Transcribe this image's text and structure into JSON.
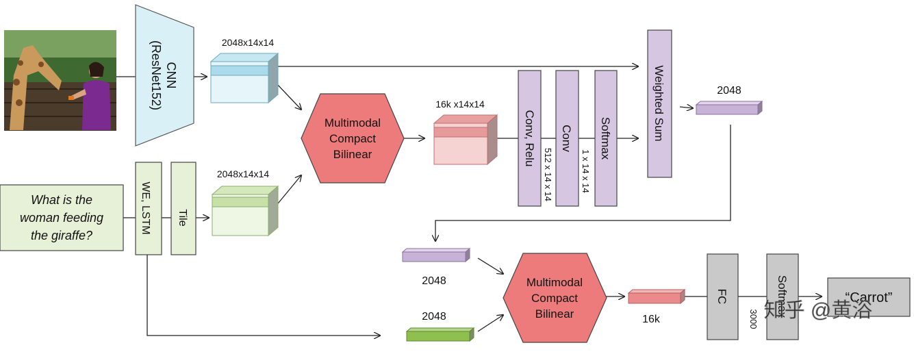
{
  "cnn": {
    "line1": "CNN",
    "line2": "(ResNet152)"
  },
  "image_features": {
    "label": "2048x14x14"
  },
  "question": {
    "line1": "What is the",
    "line2": "woman feeding",
    "line3": "the giraffe?"
  },
  "we_lstm": {
    "label": "WE, LSTM"
  },
  "tile": {
    "label": "Tile"
  },
  "text_features": {
    "label": "2048x14x14"
  },
  "mcb1": {
    "line1": "Multimodal",
    "line2": "Compact",
    "line3": "Bilinear"
  },
  "fused_features": {
    "label": "16k x14x14"
  },
  "conv_relu": {
    "label": "Conv, Relu",
    "dims": "512 x 14 x 14"
  },
  "conv": {
    "label": "Conv",
    "dims": "1 x 14 x 14"
  },
  "softmax1": {
    "label": "Softmax"
  },
  "weighted_sum": {
    "label": "Weighted Sum"
  },
  "attended_vec": {
    "label": "2048"
  },
  "vec_purple": {
    "label": "2048"
  },
  "vec_green": {
    "label": "2048"
  },
  "mcb2": {
    "line1": "Multimodal",
    "line2": "Compact",
    "line3": "Bilinear"
  },
  "vec_16k": {
    "label": "16k"
  },
  "fc": {
    "label": "FC"
  },
  "softmax2": {
    "label": "Softmax",
    "dims": "3000"
  },
  "answer": {
    "label": "“Carrot”"
  },
  "watermark": {
    "label": "知乎 @黄浴"
  },
  "colors": {
    "blue": "#d9f0f7",
    "blue_dark": "#a9dbea",
    "green": "#e6f1d8",
    "green_dark": "#c6e0a8",
    "red": "#ee7b7b",
    "pink": "#f6d3d3",
    "pink_dark": "#e7a0a0",
    "purple": "#d6c6e2",
    "gray": "#c9c9c9"
  }
}
